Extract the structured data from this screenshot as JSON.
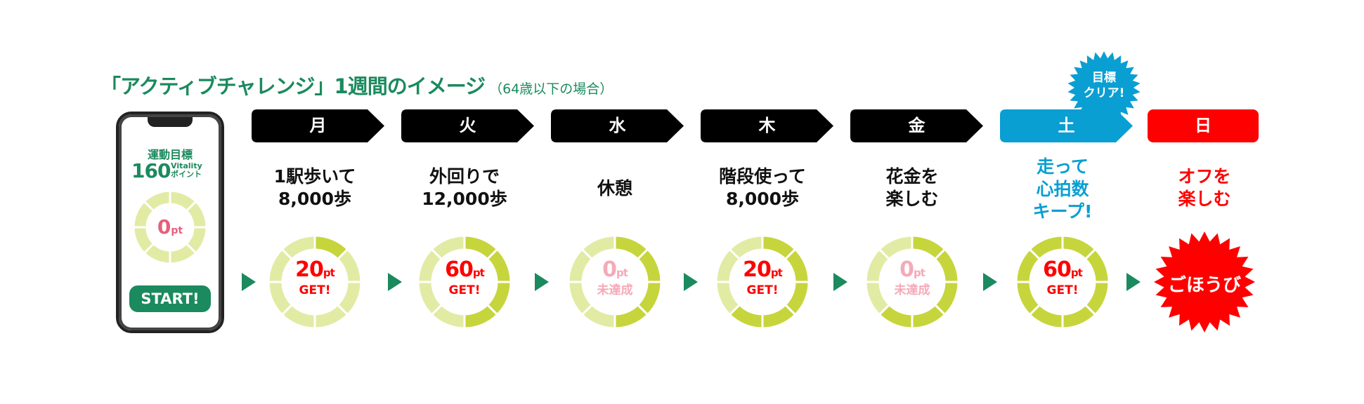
{
  "title": {
    "main": "「アクティブチャレンジ」1週間のイメージ",
    "note": "（64歳以下の場合）"
  },
  "phone": {
    "goal_label": "運動目標",
    "goal_value": "160",
    "goal_unit_1": "Vitality",
    "goal_unit_2": "ポイント",
    "points": "0",
    "points_unit": "pt",
    "start_button": "START!",
    "filled_segments": 0
  },
  "colors": {
    "green": "#1b8a5e",
    "ring_light": "#e2eba4",
    "ring_dark": "#c6d53c",
    "black": "#000000",
    "blue": "#0a9fd2",
    "red": "#ff0000",
    "pink": "#f5aab8"
  },
  "days": [
    {
      "day": "月",
      "desc": [
        "1駅歩いて",
        "8,000歩"
      ],
      "points": "20",
      "unit": "pt",
      "status": "GET!",
      "achieved": true,
      "filled_segments": 1
    },
    {
      "day": "火",
      "desc": [
        "外回りで",
        "12,000歩"
      ],
      "points": "60",
      "unit": "pt",
      "status": "GET!",
      "achieved": true,
      "filled_segments": 4
    },
    {
      "day": "水",
      "desc": [
        "休憩",
        ""
      ],
      "points": "0",
      "unit": "pt",
      "status": "未達成",
      "achieved": false,
      "filled_segments": 4
    },
    {
      "day": "木",
      "desc": [
        "階段使って",
        "8,000歩"
      ],
      "points": "20",
      "unit": "pt",
      "status": "GET!",
      "achieved": true,
      "filled_segments": 5
    },
    {
      "day": "金",
      "desc": [
        "花金を",
        "楽しむ"
      ],
      "points": "0",
      "unit": "pt",
      "status": "未達成",
      "achieved": false,
      "filled_segments": 5
    },
    {
      "day": "土",
      "desc": [
        "走って",
        "心拍数",
        "キープ!"
      ],
      "points": "60",
      "unit": "pt",
      "status": "GET!",
      "achieved": true,
      "filled_segments": 8
    },
    {
      "day": "日",
      "desc": [
        "オフを",
        "楽しむ"
      ],
      "reward": "ごほうび"
    }
  ],
  "badge": {
    "line1": "目標",
    "line2": "クリア!"
  }
}
